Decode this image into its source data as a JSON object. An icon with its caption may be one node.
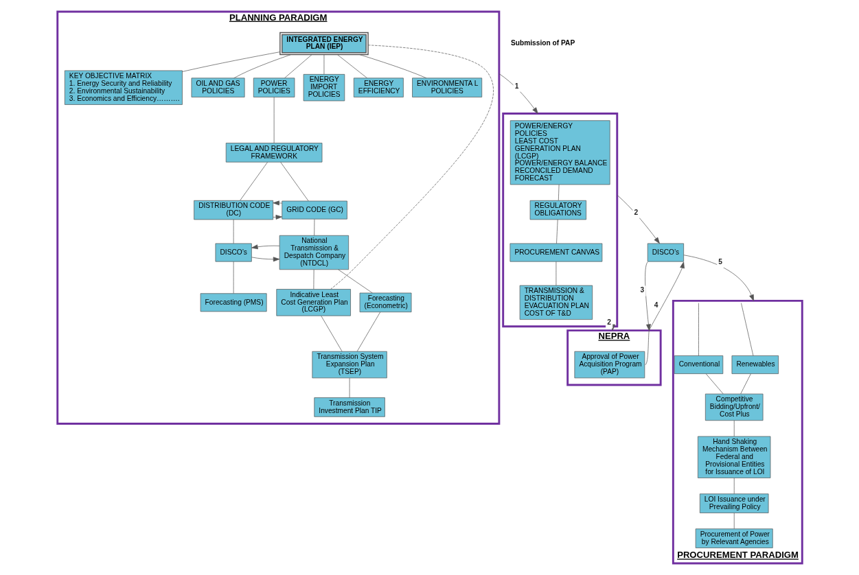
{
  "diagram": {
    "nodes": [
      {
        "text": [
          "PLANNING PARADIGM"
        ]
      },
      {
        "text": [
          "INTEGRATED ENERGY PLAN (IEP)"
        ],
        "in": 0
      },
      {
        "text": [
          "KEY OBJECTIVE MATRIX",
          "1. Energy Security and Reliability",
          "2. Environmental Sustainability",
          "3. Economics and Efficiency………."
        ],
        "in": 0
      },
      {
        "text": [
          "OIL AND GAS POLICIES"
        ],
        "in": 0
      },
      {
        "text": [
          "POWER POLICIES"
        ],
        "in": 0
      },
      {
        "text": [
          "ENERGY IMPORT POLICIES"
        ],
        "in": 0
      },
      {
        "text": [
          "ENERGY EFFICIENCY"
        ],
        "in": 0
      },
      {
        "text": [
          "ENVIRONMENTA L POLICIES"
        ],
        "in": 0
      },
      {
        "text": [
          "LEGAL AND REGULATORY FRAMEWORK"
        ],
        "in": 0
      },
      {
        "text": [
          "DISTRIBUTION CODE (DC)"
        ],
        "in": 0
      },
      {
        "text": [
          "GRID CODE (GC)"
        ],
        "in": 0
      },
      {
        "text": [
          "DISCO’s"
        ],
        "in": 0
      },
      {
        "text": [
          "National Transmission & Despatch Company (NTDCL)"
        ],
        "in": 0
      },
      {
        "text": [
          "Forecasting (PMS)"
        ],
        "in": 0
      },
      {
        "text": [
          "Indicative Least Cost Generation Plan (LCGP)"
        ],
        "in": 0
      },
      {
        "text": [
          "Forecasting (Econometric)"
        ],
        "in": 0
      },
      {
        "text": [
          "Transmission System Expansion Plan (TSEP)"
        ],
        "in": 0
      },
      {
        "text": [
          "Transmission Investment Plan TIP"
        ],
        "in": 0
      },
      {
        "text": [],
        "shape": "box"
      },
      {
        "text": [
          "POWER/ENERGY POLICIES",
          "LEAST COST GENERATION PLAN (LCGP)",
          "POWER/ENERGY BALANCE",
          "RECONCILED DEMAND FORECAST"
        ],
        "in": 18
      },
      {
        "text": [
          "REGULATORY OBLIGATIONS"
        ],
        "in": 18
      },
      {
        "text": [
          "PROCUREMENT CANVAS"
        ],
        "in": 18
      },
      {
        "text": [
          "TRANSMISSION & DISTRIBUTION EVACUATION PLAN",
          "COST OF T&D"
        ],
        "in": 18
      },
      {
        "text": [
          "DISCO’s"
        ]
      },
      {
        "text": [
          "NEPRA"
        ]
      },
      {
        "text": [
          "Approval of Power Acquisition Program (PAP)"
        ],
        "in": 24
      },
      {
        "text": [
          "PROCUREMENT PARADIGM"
        ]
      },
      {
        "text": [
          "Renewables"
        ],
        "in": 26
      },
      {
        "text": [
          "Conventional"
        ],
        "in": 26
      },
      {
        "text": [
          "Competitive Bidding/Upfront/ Cost Plus"
        ],
        "in": 26
      },
      {
        "text": [
          "Hand Shaking Mechanism Between Federal and Provisional Entities for Issuance of LOI"
        ],
        "in": 26
      },
      {
        "text": [
          "LOI Issuance under Prevailing Policy"
        ],
        "in": 26
      },
      {
        "text": [
          "Procurement of Power by Relevant Agencies"
        ],
        "in": 26
      }
    ],
    "edges": [
      {
        "from": 1,
        "to": 2,
        "arrow": "none"
      },
      {
        "from": 1,
        "to": 3,
        "arrow": "none"
      },
      {
        "from": 1,
        "to": 4,
        "arrow": "none"
      },
      {
        "from": 1,
        "to": 5,
        "arrow": "none"
      },
      {
        "from": 1,
        "to": 6,
        "arrow": "none"
      },
      {
        "from": 1,
        "to": 7,
        "arrow": "none"
      },
      {
        "from": 4,
        "to": 8,
        "arrow": "none"
      },
      {
        "from": 8,
        "to": 9,
        "arrow": "none"
      },
      {
        "from": 8,
        "to": 10,
        "arrow": "none"
      },
      {
        "from": 9,
        "to": 10,
        "arrow": "to"
      },
      {
        "from": 10,
        "to": 9,
        "arrow": "to"
      },
      {
        "from": 9,
        "to": 11,
        "arrow": "none"
      },
      {
        "from": 10,
        "to": 12,
        "arrow": "none"
      },
      {
        "from": 11,
        "to": 12,
        "arrow": "to"
      },
      {
        "from": 12,
        "to": 11,
        "arrow": "to"
      },
      {
        "from": 11,
        "to": 13,
        "arrow": "none"
      },
      {
        "from": 12,
        "to": 14,
        "arrow": "none"
      },
      {
        "from": 12,
        "to": 15,
        "arrow": "none"
      },
      {
        "from": 14,
        "to": 16,
        "arrow": "none"
      },
      {
        "from": 15,
        "to": 16,
        "arrow": "none"
      },
      {
        "from": 16,
        "to": 17,
        "arrow": "none"
      },
      {
        "from": 1,
        "to": 14,
        "arrow": "none",
        "style": "dashed"
      },
      {
        "from": 0,
        "to": 18,
        "arrow": "to",
        "label": "1"
      },
      {
        "from": 19,
        "to": 20,
        "arrow": "none"
      },
      {
        "from": 20,
        "to": 21,
        "arrow": "none"
      },
      {
        "from": 21,
        "to": 22,
        "arrow": "none"
      },
      {
        "from": 18,
        "to": 23,
        "arrow": "to",
        "label": "2"
      },
      {
        "from": 18,
        "to": 24,
        "arrow": "to",
        "label": "2"
      },
      {
        "from": 23,
        "to": 24,
        "arrow": "to",
        "label": "3"
      },
      {
        "from": 25,
        "to": 23,
        "arrow": "to",
        "label": "4"
      },
      {
        "from": 23,
        "to": 26,
        "arrow": "to",
        "label": "5"
      },
      {
        "from": 26,
        "to": 27,
        "arrow": "none"
      },
      {
        "from": 26,
        "to": 28,
        "arrow": "none"
      },
      {
        "from": 27,
        "to": 29,
        "arrow": "none"
      },
      {
        "from": 28,
        "to": 29,
        "arrow": "none"
      },
      {
        "from": 29,
        "to": 30,
        "arrow": "none"
      },
      {
        "from": 30,
        "to": 31,
        "arrow": "none"
      },
      {
        "from": 31,
        "to": 32,
        "arrow": "none"
      }
    ],
    "labels": [
      "Submission of PAP"
    ]
  }
}
